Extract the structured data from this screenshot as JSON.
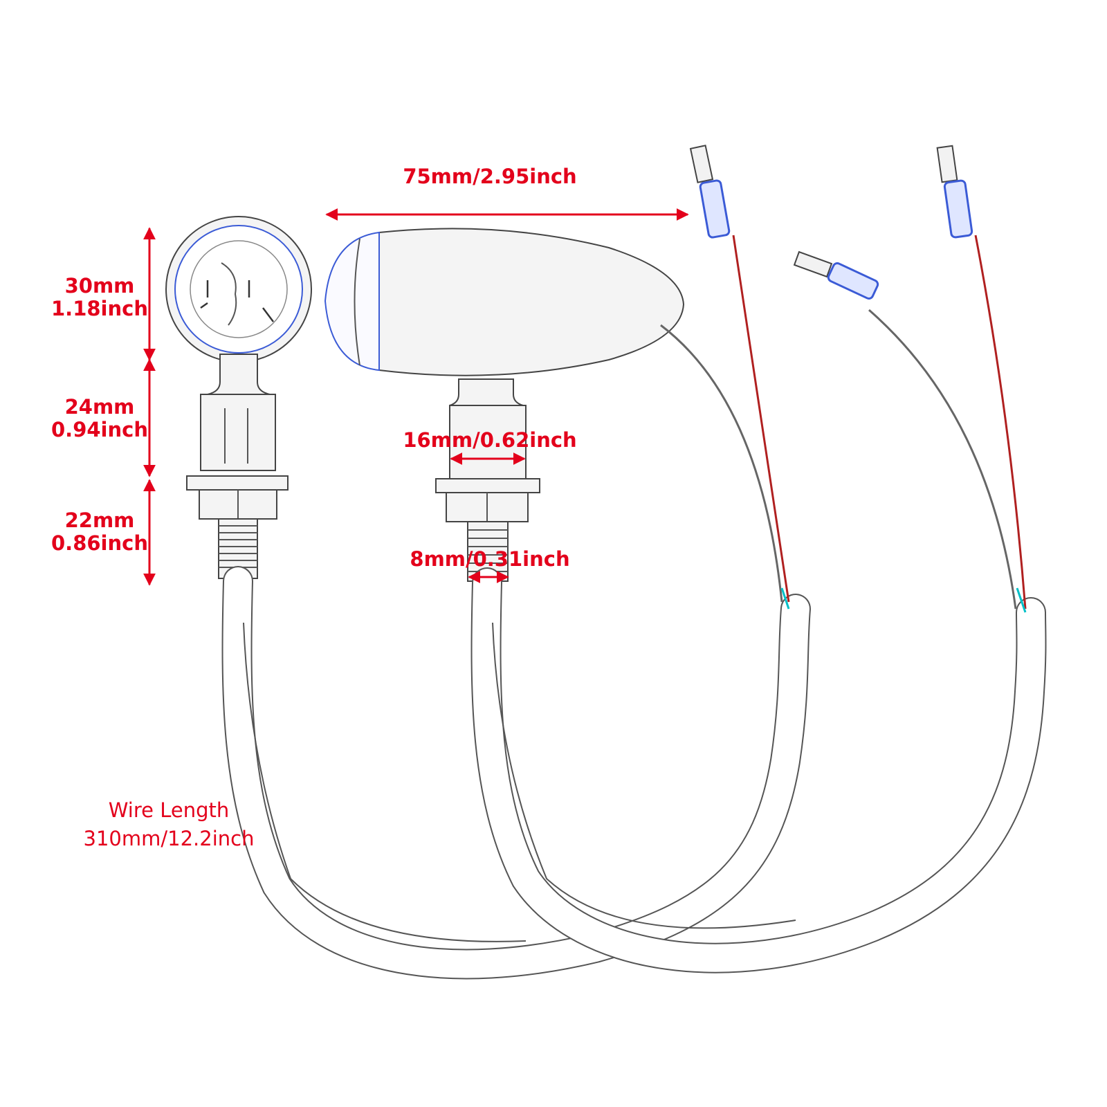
{
  "dimensions": {
    "length": "75mm/2.95inch",
    "lens_height_mm": "30mm",
    "lens_height_in": "1.18inch",
    "neck_height_mm": "24mm",
    "neck_height_in": "0.94inch",
    "bolt_height_mm": "22mm",
    "bolt_height_in": "0.86inch",
    "stem_diameter": "16mm/0.62inch",
    "thread_diameter": "8mm/0.31inch",
    "wire_title": "Wire Length",
    "wire_value": "310mm/12.2inch"
  },
  "colors": {
    "annotation": "#e3001b",
    "connector_blue": "#3b5bd6",
    "wire_red": "#b02020",
    "wire_cyan": "#00c0c8"
  }
}
